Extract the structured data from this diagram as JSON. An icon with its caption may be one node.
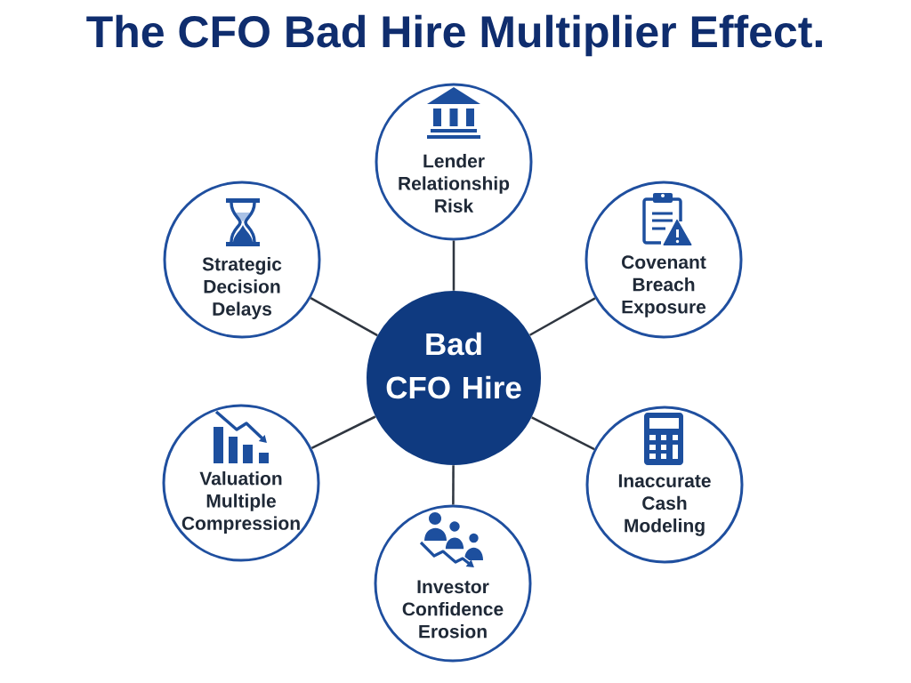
{
  "diagram": {
    "title": "The CFO Bad Hire Multiplier Effect.",
    "nodes": [
      {
        "text": [
          "Lender Relationship Risk"
        ]
      },
      {
        "text": [
          "Strategic Decision Delays"
        ]
      },
      {
        "text": [
          "Covenant Breach Exposure"
        ]
      },
      {
        "text": [
          "Bad CFO Hire"
        ]
      },
      {
        "text": [
          "Valuation Multiple Compression"
        ]
      },
      {
        "text": [
          "Inaccurate Cash Modeling"
        ]
      },
      {
        "text": [
          "Investor Confidence Erosion"
        ]
      }
    ],
    "edges": [
      {
        "from": 3,
        "to": 0,
        "arrow": "none"
      },
      {
        "from": 3,
        "to": 2,
        "arrow": "none"
      },
      {
        "from": 3,
        "to": 5,
        "arrow": "none"
      },
      {
        "from": 3,
        "to": 6,
        "arrow": "none"
      },
      {
        "from": 3,
        "to": 4,
        "arrow": "none"
      },
      {
        "from": 3,
        "to": 1,
        "arrow": "none"
      }
    ]
  }
}
